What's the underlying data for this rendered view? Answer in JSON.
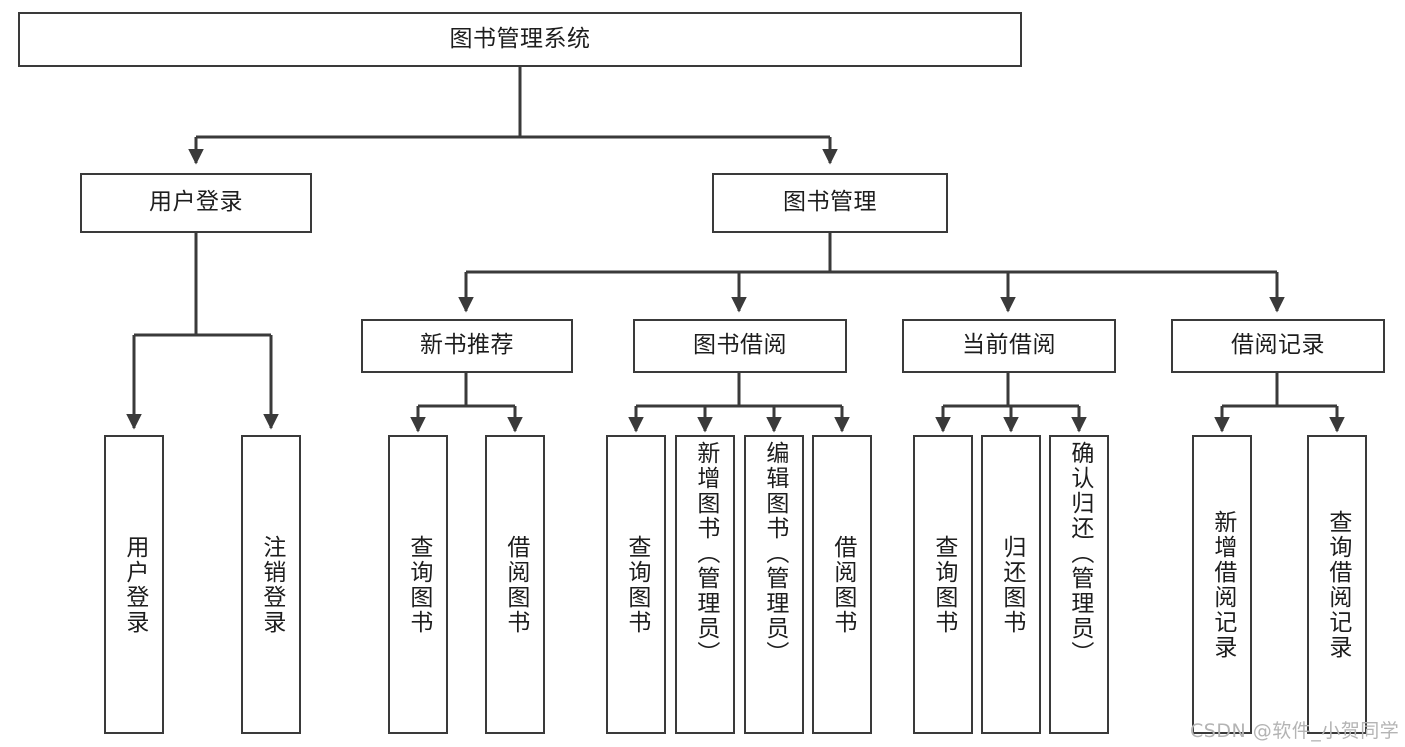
{
  "diagram": {
    "title": "图书管理系统",
    "background": "#ffffff",
    "line_color": "#3a3a3a",
    "text_color": "#1d1d1d"
  },
  "root": {
    "label": "图书管理系统"
  },
  "level2": [
    {
      "label": "用户登录"
    },
    {
      "label": "图书管理"
    }
  ],
  "level3": [
    {
      "label": "新书推荐"
    },
    {
      "label": "图书借阅"
    },
    {
      "label": "当前借阅"
    },
    {
      "label": "借阅记录"
    }
  ],
  "leaves": {
    "user_login": [
      {
        "label": "用户登录"
      },
      {
        "label": "注销登录"
      }
    ],
    "new_book": [
      {
        "label": "查询图书"
      },
      {
        "label": "借阅图书"
      }
    ],
    "book_borrow": [
      {
        "label": "查询图书"
      },
      {
        "label": "新增图书（管理员）"
      },
      {
        "label": "编辑图书（管理员）"
      },
      {
        "label": "借阅图书"
      }
    ],
    "current_borrow": [
      {
        "label": "查询图书"
      },
      {
        "label": "归还图书"
      },
      {
        "label": "确认归还（管理员）"
      }
    ],
    "borrow_record": [
      {
        "label": "新增借阅记录"
      },
      {
        "label": "查询借阅记录"
      }
    ]
  },
  "watermark": {
    "text": "CSDN @软件_小贺同学"
  }
}
